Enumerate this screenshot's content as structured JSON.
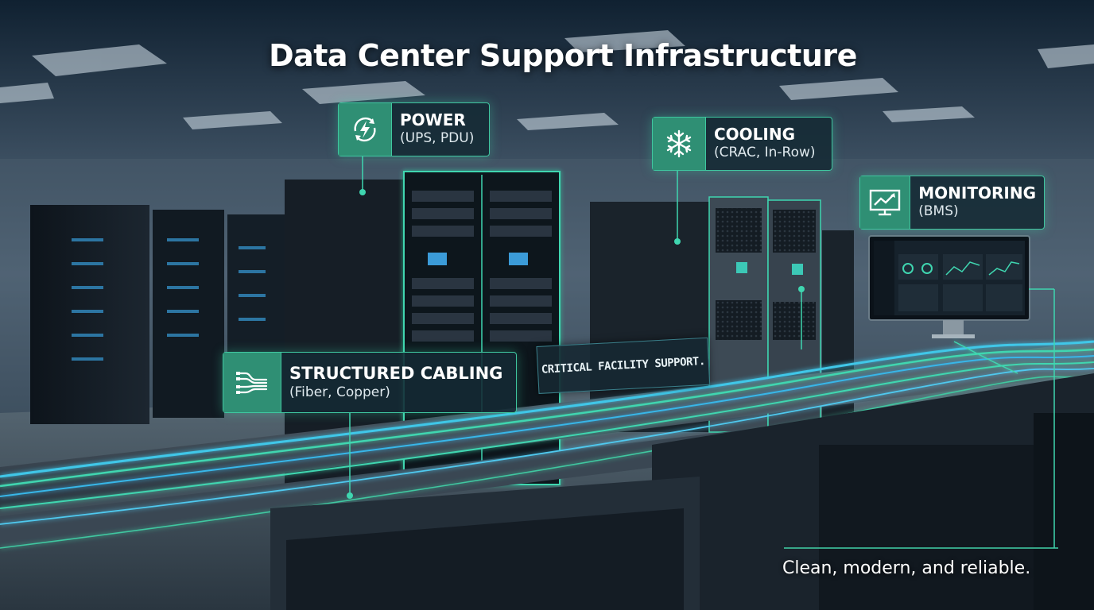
{
  "title": "Data Center Support Infrastructure",
  "cards": {
    "power": {
      "heading": "POWER",
      "detail": "(UPS, PDU)",
      "icon": "lightning-cycle-icon"
    },
    "cooling": {
      "heading": "COOLING",
      "detail": "(CRAC, In-Row)",
      "icon": "snowflake-icon"
    },
    "monitoring": {
      "heading": "MONITORING",
      "detail": "(BMS)",
      "icon": "monitor-chart-icon"
    },
    "cabling": {
      "heading": "STRUCTURED CABLING",
      "detail": "(Fiber, Copper)",
      "icon": "cable-bundle-icon"
    }
  },
  "center_label": "CRITICAL FACILITY SUPPORT.",
  "tagline": "Clean, modern, and reliable.",
  "colors": {
    "accent": "#3fc7a0",
    "icon_fill": "#2f8f74",
    "card_bg": "#142a34",
    "cable_glow": "#37b6e8"
  }
}
